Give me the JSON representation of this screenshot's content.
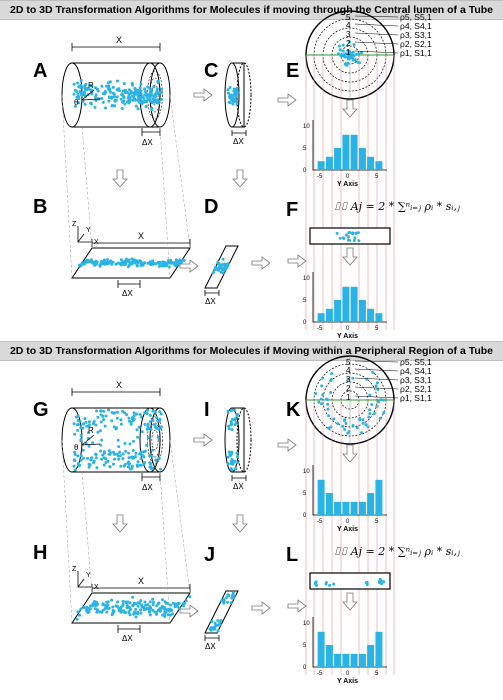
{
  "sections": [
    {
      "heading": "2D to 3D Transformation Algorithms for Molecules if moving through the Central lumen of a Tube",
      "panels": [
        "A",
        "B",
        "C",
        "D",
        "E",
        "F"
      ],
      "equation": "⌷⌷ Aj = 2 * ∑ⁿᵢ₌ⱼ ρᵢ * sᵢ,ⱼ",
      "profile": [
        2,
        3,
        5,
        8,
        8,
        5,
        3,
        2
      ]
    },
    {
      "heading": "2D to 3D Transformation Algorithms for Molecules if Moving within a Peripheral Region of a Tube",
      "panels": [
        "G",
        "H",
        "I",
        "J",
        "K",
        "L"
      ],
      "equation": "⌷⌷ Aj = 2 * ∑ⁿᵢ₌ⱼ ρᵢ * sᵢ,ⱼ",
      "profile": [
        8,
        5,
        3,
        3,
        3,
        3,
        5,
        8
      ]
    }
  ],
  "ring_labels": [
    "ρ5, S5,1",
    "ρ4, S4,1",
    "ρ3, S3,1",
    "ρ2, S2,1",
    "ρ1, S1,1"
  ],
  "ring_numbers": [
    "5",
    "4",
    "3",
    "2",
    "1"
  ],
  "dimension_labels": {
    "x": "X",
    "delta_x": "ΔX",
    "r": "R",
    "theta": "θ"
  },
  "axes_labels": {
    "x": "X",
    "y": "Y",
    "z": "Z"
  },
  "histogram": {
    "xlabel": "Y Axis",
    "x_ticks": [
      "-5",
      "0",
      "5"
    ],
    "y_ticks_top": [
      "0",
      "5",
      "10"
    ],
    "y_ticks_bottom": [
      "0",
      "5",
      "10"
    ]
  },
  "colors": {
    "molecule": "#2ab3e6",
    "banner_bg": "#d9d9d9",
    "guide_line": "#e08080",
    "ring_axis": "#2a9a2a",
    "ring_outline": "#000000"
  }
}
